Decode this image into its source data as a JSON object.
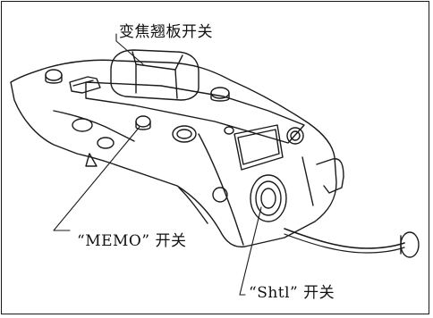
{
  "callouts": {
    "zoom_rocker_switch": "变焦翘板开关",
    "memo_switch": "“MEMO” 开关",
    "shtl_switch": "“Shtl” 开关"
  },
  "colors": {
    "line": "#1a1a1a",
    "background": "#ffffff"
  }
}
